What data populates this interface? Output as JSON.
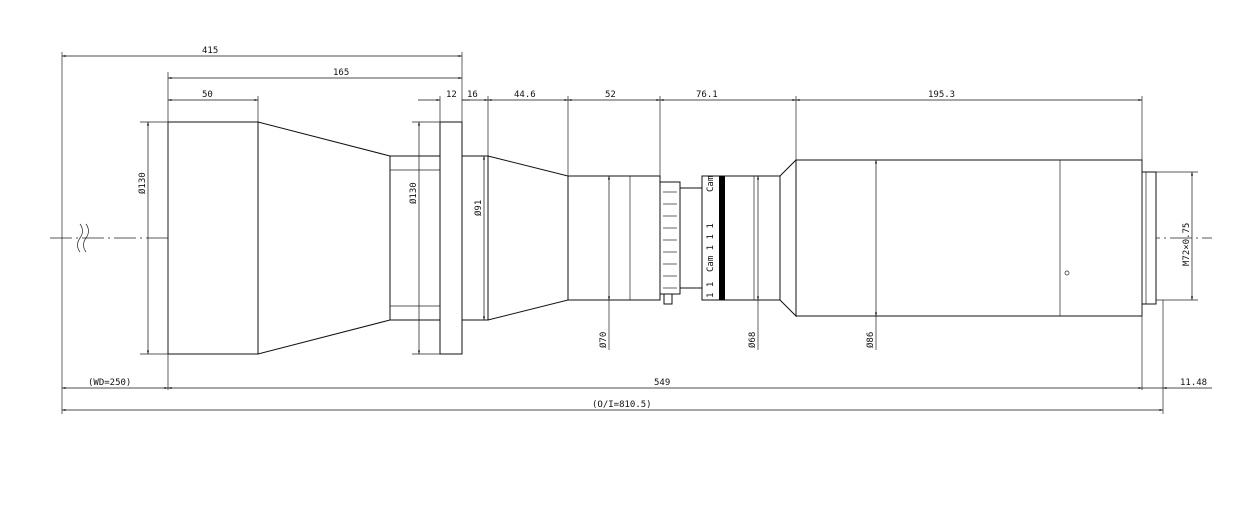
{
  "dimensions": {
    "d415": "415",
    "d165": "165",
    "d50": "50",
    "d12": "12",
    "d16": "16",
    "d44_6": "44.6",
    "d52": "52",
    "d76_1": "76.1",
    "d195_3": "195.3",
    "wd": "(WD=250)",
    "d549": "549",
    "d11_48": "11.48",
    "oi": "(O/I=810.5)"
  },
  "diameters": {
    "dia130_front": "Ø130",
    "dia130_flange": "Ø130",
    "dia91": "Ø91",
    "dia70": "Ø70",
    "dia68": "Ø68",
    "dia86": "Ø86",
    "thread": "M72×0.75"
  },
  "labels": {
    "break_mark": "≈",
    "cam_text": "Cam 1 1 1",
    "cam_text_2": "Cam",
    "cam_text_3": "1 1"
  },
  "colors": {
    "line": "#111111",
    "background": "#ffffff"
  }
}
